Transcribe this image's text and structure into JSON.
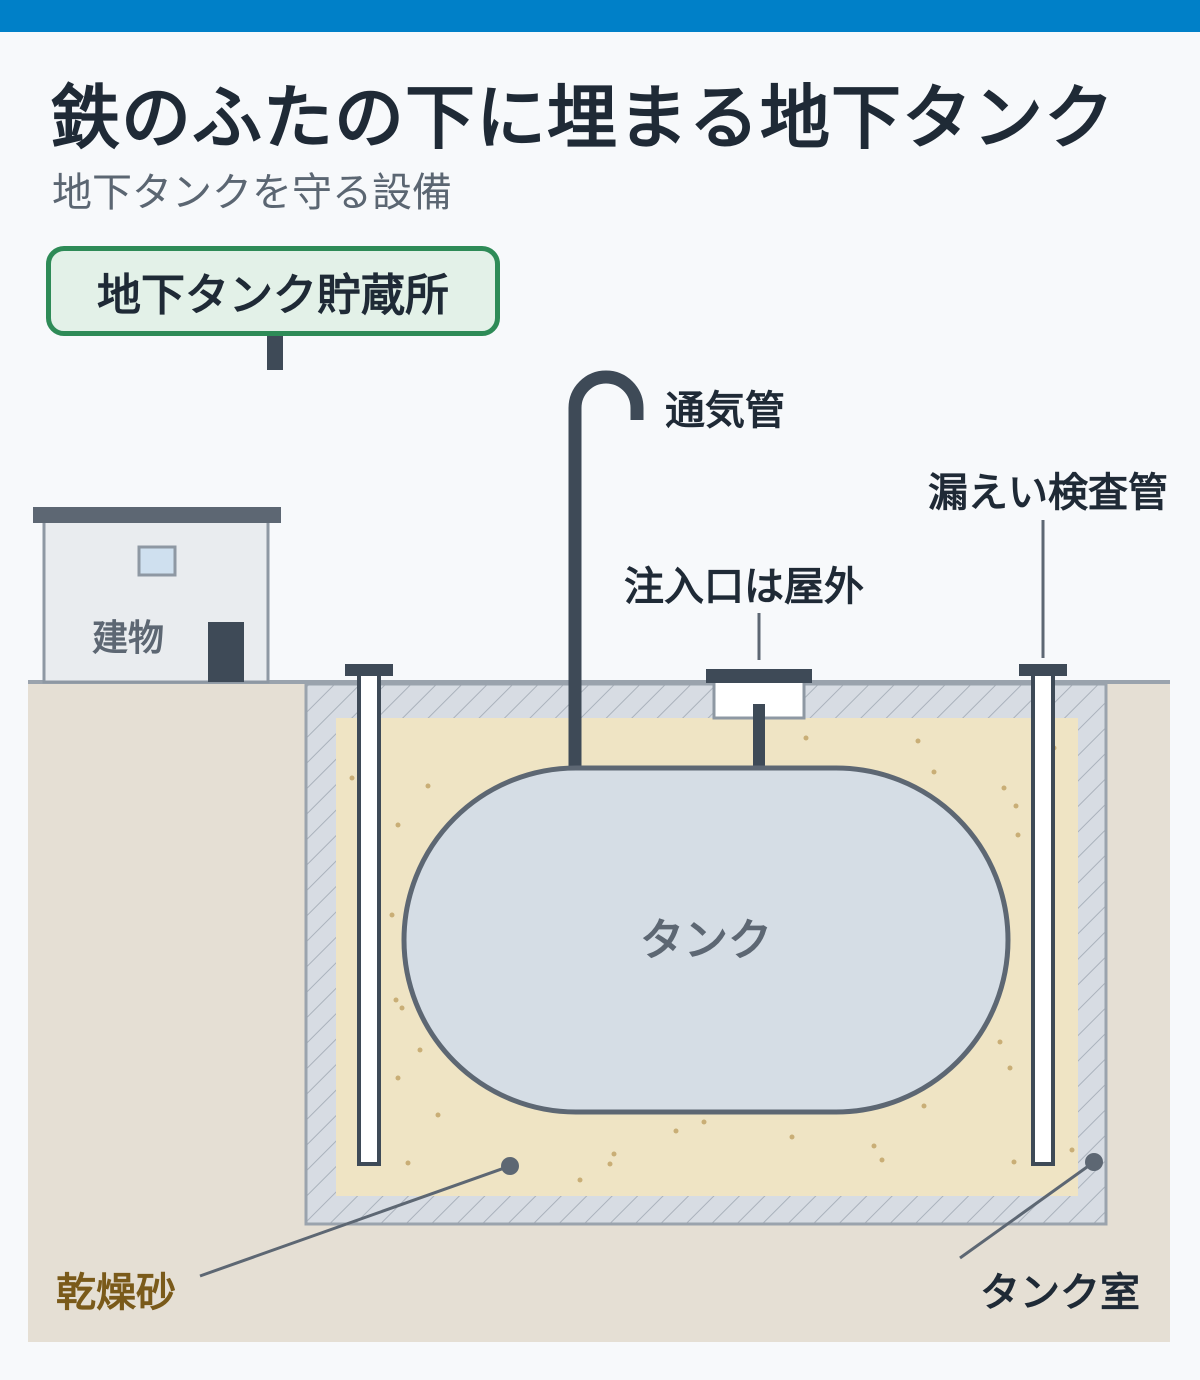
{
  "title": "鉄のふたの下に埋まる地下タンク",
  "subtitle": "地下タンクを守る設備",
  "sign_label": "地下タンク貯蔵所",
  "labels": {
    "building": "建物",
    "vent_pipe": "通気管",
    "leak_pipe": "漏えい検査管",
    "inlet": "注入口は屋外",
    "tank": "タンク",
    "dry_sand": "乾燥砂",
    "tank_room": "タンク室"
  },
  "colors": {
    "accent_bar": "#0080c8",
    "sign_border": "#2e8b57",
    "sand": "#efe4c4",
    "sand_label": "#7a5a1a",
    "ground": "#e5dfd4",
    "tank_fill": "#d5dde5",
    "pipe": "#3e4a57"
  }
}
